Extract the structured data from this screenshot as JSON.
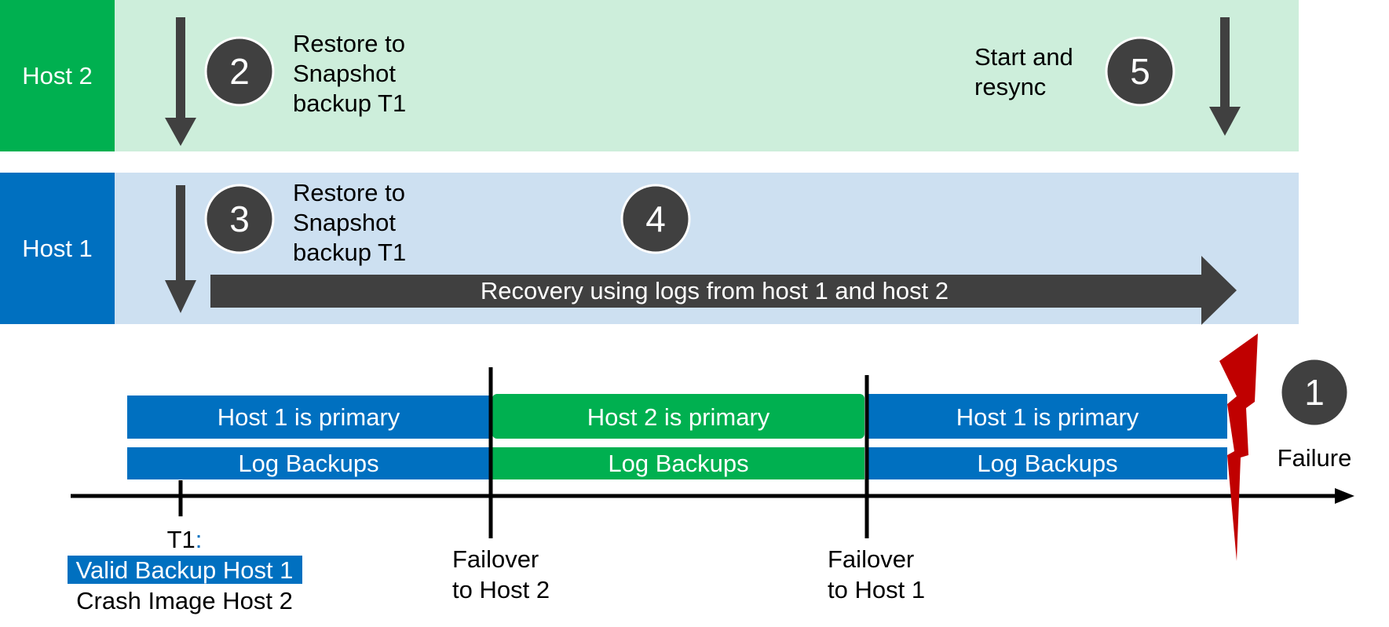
{
  "rows": {
    "host2": {
      "label": "Host 2"
    },
    "host1": {
      "label": "Host 1"
    }
  },
  "steps": {
    "s1": {
      "number": "1",
      "caption": "Failure"
    },
    "s2": {
      "number": "2",
      "caption_lines": [
        "Restore to",
        "Snapshot",
        "backup T1"
      ]
    },
    "s3": {
      "number": "3",
      "caption_lines": [
        "Restore to",
        "Snapshot",
        "backup T1"
      ]
    },
    "s4": {
      "number": "4",
      "arrow_label": "Recovery using logs from host 1 and host 2"
    },
    "s5": {
      "number": "5",
      "caption_lines": [
        "Start and",
        "resync"
      ]
    }
  },
  "timeline": {
    "segments": [
      {
        "primary": "Host 1 is primary",
        "logs": "Log Backups",
        "host": "host1"
      },
      {
        "primary": "Host 2 is primary",
        "logs": "Log Backups",
        "host": "host2"
      },
      {
        "primary": "Host 1 is primary",
        "logs": "Log Backups",
        "host": "host1"
      }
    ],
    "t1": {
      "label_prefix": "T1",
      "label_colon": ":",
      "valid": "Valid Backup Host 1",
      "crash": "Crash Image Host 2"
    },
    "failover_to_host2": [
      "Failover",
      "to Host 2"
    ],
    "failover_to_host1": [
      "Failover",
      "to Host 1"
    ]
  },
  "colors": {
    "host1_dark": "#0070c0",
    "host1_light": "#cde0f1",
    "host2_dark": "#00b050",
    "host2_light": "#cdeedb",
    "arrow": "#404040",
    "failure_bolt": "#c00000",
    "t1_colon": "#0070c0"
  }
}
